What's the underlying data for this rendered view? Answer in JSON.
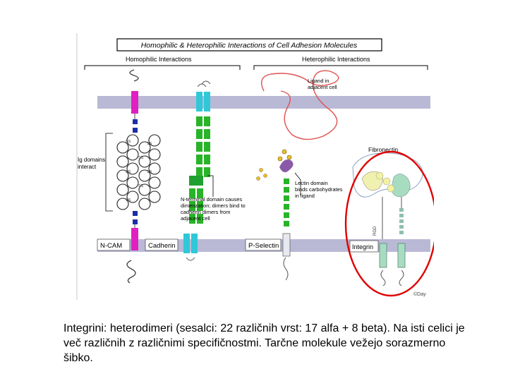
{
  "figure": {
    "title": "Homophilic & Heterophilic Interactions of Cell Adhesion Molecules",
    "homophilic_header": "Homophilic Interactions",
    "heterophilic_header": "Heterophilic Interactions",
    "ig_note": "Ig domains interact",
    "ss_label": "SS",
    "cadherin_note": "N-terminal domain causes dimerization; dimers bind to cadherin dimers from adjacent cell",
    "ligand_note": "Ligand in adjacent cell",
    "lectin_note": "Lectin domain binds carbohydrates in ligand",
    "fibronectin_label": "Fibronectin",
    "rgd_label": "RGD",
    "molecules": {
      "ncam": "N-CAM",
      "cadherin": "Cadherin",
      "pselectin": "P-Selectin",
      "integrin": "Integrin"
    },
    "credit": "©Day",
    "colors": {
      "membrane": "#b9b9d6",
      "ncam_tm": "#e020c0",
      "ig_domain": "#1a2ea8",
      "cadherin_top": "#30c8d8",
      "cadherin_domain": "#28b428",
      "lectin": "#8a5aa8",
      "integrin_alpha": "#e9c0b8",
      "integrin_beta": "#a8dcc0",
      "highlight_circle": "#e00000"
    }
  },
  "caption": "Integrini: heterodimeri (sesalci: 22 različnih vrst: 17 alfa + 8 beta). Na isti celici je več različnih z različnimi specifičnostmi. Tarčne molekule vežejo sorazmerno šibko."
}
